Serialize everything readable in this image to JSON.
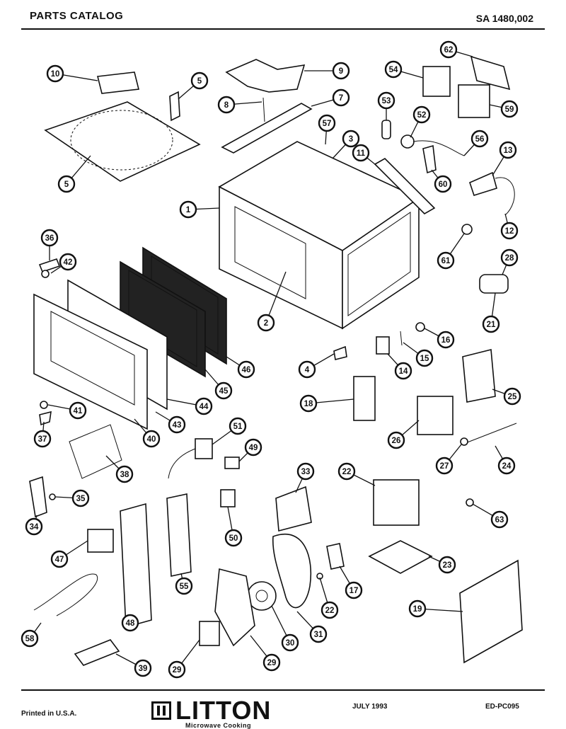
{
  "header": {
    "title": "PARTS CATALOG",
    "model": "SA 1480,002"
  },
  "footer": {
    "printed": "Printed in U.S.A.",
    "brand": "LITTON",
    "brand_sub": "Microwave Cooking",
    "date": "JULY 1993",
    "code": "ED-PC095"
  },
  "callouts": [
    {
      "id": "c10",
      "label": "10"
    },
    {
      "id": "c5a",
      "label": "5"
    },
    {
      "id": "c5b",
      "label": "5"
    },
    {
      "id": "c8",
      "label": "8"
    },
    {
      "id": "c9",
      "label": "9"
    },
    {
      "id": "c7",
      "label": "7"
    },
    {
      "id": "c57",
      "label": "57"
    },
    {
      "id": "c3",
      "label": "3"
    },
    {
      "id": "c54",
      "label": "54"
    },
    {
      "id": "c62",
      "label": "62"
    },
    {
      "id": "c59",
      "label": "59"
    },
    {
      "id": "c53",
      "label": "53"
    },
    {
      "id": "c52",
      "label": "52"
    },
    {
      "id": "c56",
      "label": "56"
    },
    {
      "id": "c11",
      "label": "11"
    },
    {
      "id": "c60",
      "label": "60"
    },
    {
      "id": "c13",
      "label": "13"
    },
    {
      "id": "c1",
      "label": "1"
    },
    {
      "id": "c12",
      "label": "12"
    },
    {
      "id": "c36",
      "label": "36"
    },
    {
      "id": "c42",
      "label": "42"
    },
    {
      "id": "c61",
      "label": "61"
    },
    {
      "id": "c28",
      "label": "28"
    },
    {
      "id": "c2",
      "label": "2"
    },
    {
      "id": "c21",
      "label": "21"
    },
    {
      "id": "c16",
      "label": "16"
    },
    {
      "id": "c15",
      "label": "15"
    },
    {
      "id": "c4",
      "label": "4"
    },
    {
      "id": "c14",
      "label": "14"
    },
    {
      "id": "c46",
      "label": "46"
    },
    {
      "id": "c45",
      "label": "45"
    },
    {
      "id": "c44",
      "label": "44"
    },
    {
      "id": "c25",
      "label": "25"
    },
    {
      "id": "c18",
      "label": "18"
    },
    {
      "id": "c26",
      "label": "26"
    },
    {
      "id": "c43",
      "label": "43"
    },
    {
      "id": "c41",
      "label": "41"
    },
    {
      "id": "c37",
      "label": "37"
    },
    {
      "id": "c40",
      "label": "40"
    },
    {
      "id": "c51",
      "label": "51"
    },
    {
      "id": "c49",
      "label": "49"
    },
    {
      "id": "c27",
      "label": "27"
    },
    {
      "id": "c24",
      "label": "24"
    },
    {
      "id": "c38",
      "label": "38"
    },
    {
      "id": "c33",
      "label": "33"
    },
    {
      "id": "c22a",
      "label": "22"
    },
    {
      "id": "c35",
      "label": "35"
    },
    {
      "id": "c63",
      "label": "63"
    },
    {
      "id": "c34",
      "label": "34"
    },
    {
      "id": "c50",
      "label": "50"
    },
    {
      "id": "c47",
      "label": "47"
    },
    {
      "id": "c23",
      "label": "23"
    },
    {
      "id": "c55",
      "label": "55"
    },
    {
      "id": "c17",
      "label": "17"
    },
    {
      "id": "c22b",
      "label": "22"
    },
    {
      "id": "c48",
      "label": "48"
    },
    {
      "id": "c31",
      "label": "31"
    },
    {
      "id": "c19",
      "label": "19"
    },
    {
      "id": "c58",
      "label": "58"
    },
    {
      "id": "c30",
      "label": "30"
    },
    {
      "id": "c29a",
      "label": "29"
    },
    {
      "id": "c39",
      "label": "39"
    },
    {
      "id": "c29b",
      "label": "29"
    }
  ]
}
